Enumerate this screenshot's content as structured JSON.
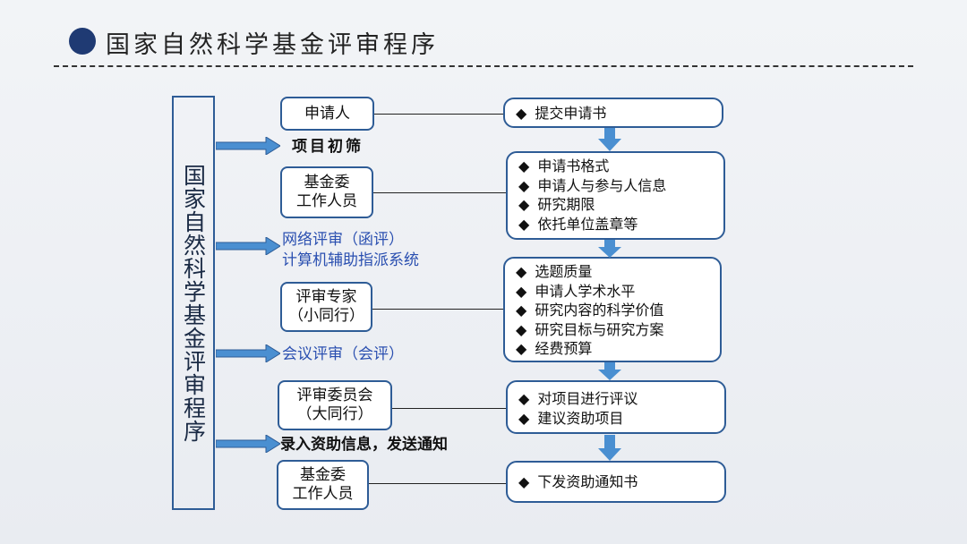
{
  "header": {
    "title": "国家自然科学基金评审程序"
  },
  "vertical_label": "国家自然科学基金评审程序",
  "stages": [
    {
      "id": "initial_screening",
      "label": "项目初筛"
    },
    {
      "id": "online_review_1",
      "label": "网络评审（函评）"
    },
    {
      "id": "online_review_2",
      "label": "计算机辅助指派系统"
    },
    {
      "id": "meeting_review",
      "label": "会议评审（会评）"
    },
    {
      "id": "notify",
      "label": "录入资助信息，发送通知"
    }
  ],
  "actors": [
    {
      "lines": [
        "申请人"
      ]
    },
    {
      "lines": [
        "基金委",
        "工作人员"
      ]
    },
    {
      "lines": [
        "评审专家",
        "（小同行）"
      ]
    },
    {
      "lines": [
        "评审委员会",
        "（大同行）"
      ]
    },
    {
      "lines": [
        "基金委",
        "工作人员"
      ]
    }
  ],
  "tasks": [
    {
      "items": [
        "提交申请书"
      ]
    },
    {
      "items": [
        "申请书格式",
        "申请人与参与人信息",
        "研究期限",
        "依托单位盖章等"
      ]
    },
    {
      "items": [
        "选题质量",
        "申请人学术水平",
        "研究内容的科学价值",
        "研究目标与研究方案",
        "经费预算"
      ]
    },
    {
      "items": [
        "对项目进行评议",
        "建议资助项目"
      ]
    },
    {
      "items": [
        "下发资助通知书"
      ]
    }
  ],
  "colors": {
    "accent": "#2e5c96",
    "header_dot": "#1f3a73",
    "arrow_fill": "#4a8fd1",
    "stage_text": "#2a4fb0"
  }
}
